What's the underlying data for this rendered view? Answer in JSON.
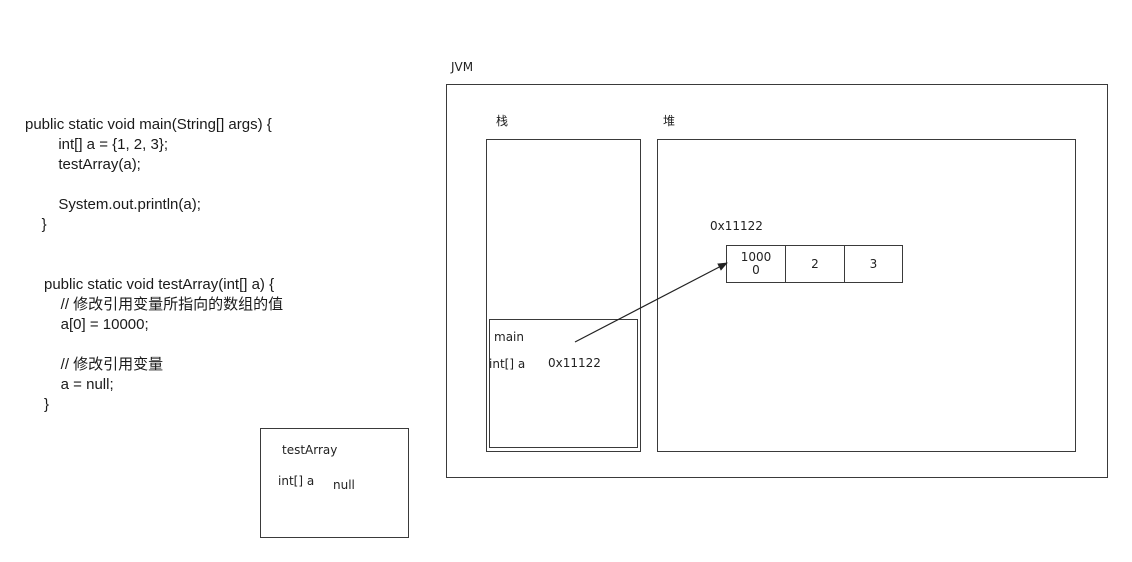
{
  "code": {
    "main": "public static void main(String[] args) {\n        int[] a = {1, 2, 3};\n        testArray(a);\n\n        System.out.println(a);\n    }",
    "test_array": "public static void testArray(int[] a) {\n    // 修改引用变量所指向的数组的值\n    a[0] = 10000;\n\n    // 修改引用变量\n    a = null;\n}"
  },
  "diagram": {
    "jvm_label": "JVM",
    "stack_label": "栈",
    "heap_label": "堆",
    "main_frame": {
      "label": "main",
      "var_name": "int[] a",
      "var_value": "0x11122"
    },
    "heap_array": {
      "address": "0x11122",
      "cells": [
        "1000\n0",
        "2",
        "3"
      ]
    },
    "test_array_frame": {
      "label": "testArray",
      "var_name": "int[] a",
      "var_value": "null"
    }
  }
}
